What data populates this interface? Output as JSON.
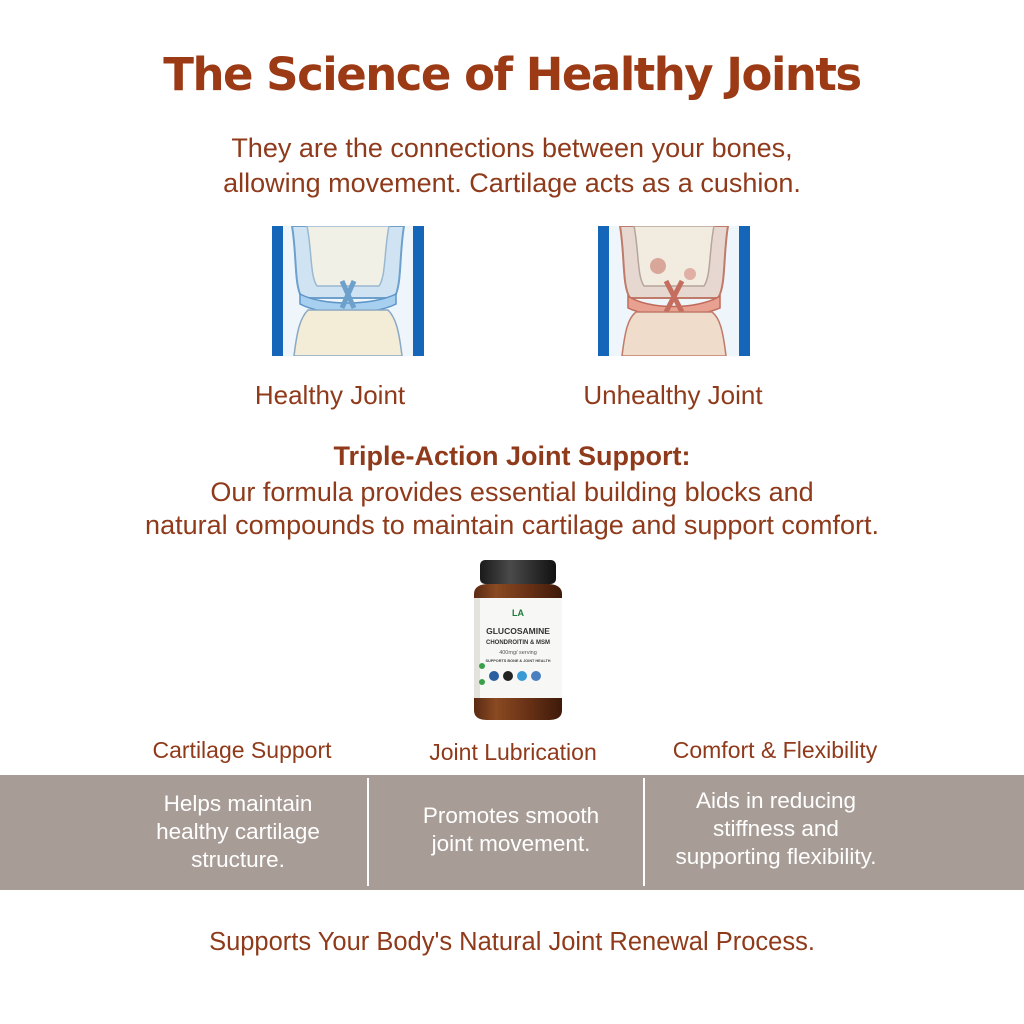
{
  "title": "The Science of Healthy Joints",
  "intro": {
    "line1": "They are the connections between your bones,",
    "line2": "allowing movement. Cartilage acts as a cushion."
  },
  "joints": {
    "healthy_label": "Healthy Joint",
    "unhealthy_label": "Unhealthy Joint"
  },
  "support": {
    "heading": "Triple-Action Joint Support:",
    "line1": "Our formula provides essential building blocks and",
    "line2": "natural compounds to maintain cartilage and support comfort."
  },
  "product": {
    "brand": "LA",
    "name_line1": "GLUCOSAMINE",
    "name_line2": "CHONDROITIN & MSM",
    "dose": "400mg/ serving",
    "tagline": "SUPPORTS BONE & JOINT HEALTH"
  },
  "benefits": [
    {
      "title": "Cartilage Support",
      "desc": "Helps maintain\nhealthy cartilage\n structure."
    },
    {
      "title": "Joint Lubrication",
      "desc": "Promotes smooth\njoint movement."
    },
    {
      "title": "Comfort & Flexibility",
      "desc": "Aids in reducing\nstiffness and\nsupporting flexibility."
    }
  ],
  "footer": "Supports Your Body's Natural Joint Renewal Process.",
  "colors": {
    "accent": "#9b3a14",
    "text": "#8f3a1a",
    "band": "#a89d96",
    "joint_blue": "#1565b8"
  }
}
